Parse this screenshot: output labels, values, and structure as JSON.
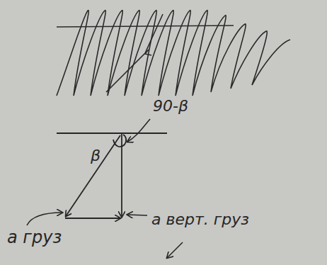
{
  "diagram": {
    "labels": [
      "90-β",
      "β",
      "a верт. груз",
      "a груз"
    ]
  }
}
